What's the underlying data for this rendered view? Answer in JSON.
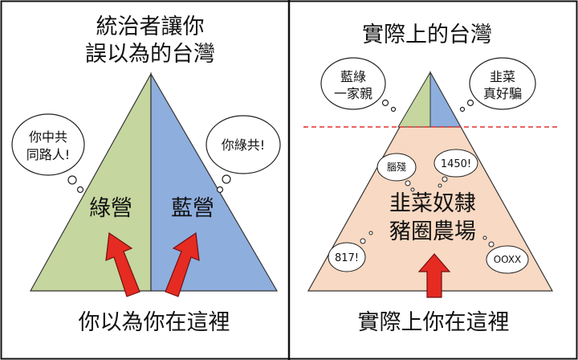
{
  "left_panel": {
    "title_line1": "統治者讓你",
    "title_line2": "誤以為的台灣",
    "green_label": "綠營",
    "blue_label": "藍營",
    "left_bubble_line1": "你中共",
    "left_bubble_line2": "同路人!",
    "right_bubble": "你綠共!",
    "bottom_caption": "你以為你在這裡"
  },
  "right_panel": {
    "title": "實際上的台灣",
    "left_bubble_line1": "藍綠",
    "left_bubble_line2": "一家親",
    "right_bubble_line1": "韭菜",
    "right_bubble_line2": "真好騙",
    "bubble_naocan": "腦殘",
    "bubble_1450": "1450!",
    "bubble_817": "817!",
    "bubble_ooxx": "OOXX",
    "center_line1": "韭菜奴隸",
    "center_line2": "豬圈農場",
    "bottom_caption": "實際上你在這裡"
  },
  "colors": {
    "green": "#c5d69f",
    "blue": "#8eaede",
    "peach": "#f8d9c3",
    "arrow": "#e52b22",
    "dashed_line": "#e03030"
  }
}
